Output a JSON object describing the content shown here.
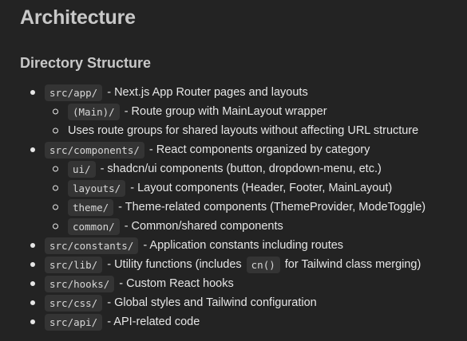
{
  "title": "Architecture",
  "section_title": "Directory Structure",
  "items": [
    {
      "level": 1,
      "code": "src/app/",
      "text": "- Next.js App Router pages and layouts"
    },
    {
      "level": 2,
      "code": "(Main)/",
      "text": "- Route group with MainLayout wrapper"
    },
    {
      "level": 2,
      "code": "",
      "text": "Uses route groups for shared layouts without affecting URL structure"
    },
    {
      "level": 1,
      "code": "src/components/",
      "text": "- React components organized by category"
    },
    {
      "level": 2,
      "code": "ui/",
      "text": "- shadcn/ui components (button, dropdown-menu, etc.)"
    },
    {
      "level": 2,
      "code": "layouts/",
      "text": "- Layout components (Header, Footer, MainLayout)"
    },
    {
      "level": 2,
      "code": "theme/",
      "text": "- Theme-related components (ThemeProvider, ModeToggle)"
    },
    {
      "level": 2,
      "code": "common/",
      "text": "- Common/shared components"
    },
    {
      "level": 1,
      "code": "src/constants/",
      "text": "- Application constants including routes"
    },
    {
      "level": 1,
      "code": "src/lib/",
      "text": "- Utility functions (includes",
      "inline_code": "cn()",
      "text_after": "for Tailwind class merging)"
    },
    {
      "level": 1,
      "code": "src/hooks/",
      "text": "- Custom React hooks"
    },
    {
      "level": 1,
      "code": "src/css/",
      "text": "- Global styles and Tailwind configuration"
    },
    {
      "level": 1,
      "code": "src/api/",
      "text": "- API-related code"
    }
  ]
}
